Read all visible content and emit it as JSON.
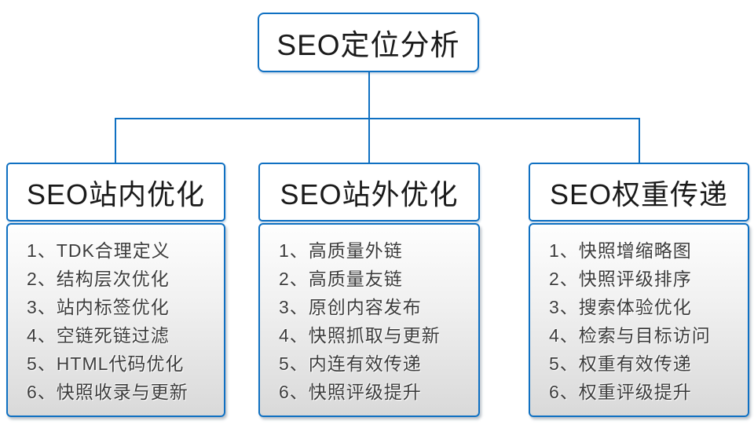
{
  "diagram": {
    "root": {
      "label": "SEO定位分析"
    },
    "branches": [
      {
        "header": "SEO站内优化",
        "items": [
          "1、TDK合理定义",
          "2、结构层次优化",
          "3、站内标签优化",
          "4、空链死链过滤",
          "5、HTML代码优化",
          "6、快照收录与更新"
        ]
      },
      {
        "header": "SEO站外优化",
        "items": [
          "1、高质量外链",
          "2、高质量友链",
          "3、原创内容发布",
          "4、快照抓取与更新",
          "5、内连有效传递",
          "6、快照评级提升"
        ]
      },
      {
        "header": "SEO权重传递",
        "items": [
          "1、快照增缩略图",
          "2、快照评级排序",
          "3、搜索体验优化",
          "4、检索与目标访问",
          "5、权重有效传递",
          "6、权重评级提升"
        ]
      }
    ],
    "colors": {
      "line_blue": "#0f70c2",
      "node_bg": "#ffffff",
      "list_bg_top": "#fefefe",
      "list_bg_bottom": "#d9d9d9",
      "title_text": "#1a1a1a",
      "item_text": "#3c3c3c"
    }
  }
}
